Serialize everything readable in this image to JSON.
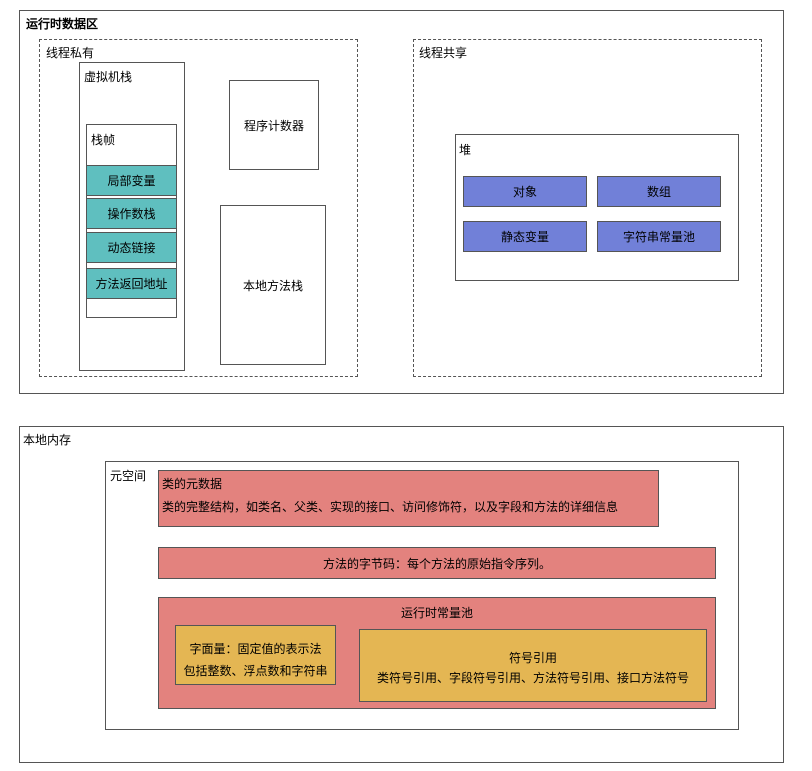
{
  "runtime_area": {
    "title": "运行时数据区",
    "thread_private": {
      "title": "线程私有",
      "vm_stack": {
        "title": "虚拟机栈",
        "frame": {
          "title": "栈帧",
          "items": [
            "局部变量",
            "操作数栈",
            "动态链接",
            "方法返回地址"
          ]
        }
      },
      "program_counter": "程序计数器",
      "native_method_stack": "本地方法栈"
    },
    "thread_shared": {
      "title": "线程共享",
      "heap": {
        "title": "堆",
        "items": [
          "对象",
          "数组",
          "静态变量",
          "字符串常量池"
        ]
      }
    }
  },
  "native_memory": {
    "title": "本地内存",
    "metaspace": {
      "title": "元空间",
      "class_metadata": {
        "title": "类的元数据",
        "description": "类的完整结构，如类名、父类、实现的接口、访问修饰符，以及字段和方法的详细信息"
      },
      "bytecode": "方法的字节码：每个方法的原始指令序列。",
      "runtime_constant_pool": {
        "title": "运行时常量池",
        "literal": {
          "line1": "字面量：固定值的表示法",
          "line2": "包括整数、浮点数和字符串"
        },
        "symbolic_ref": {
          "title": "符号引用",
          "description": "类符号引用、字段符号引用、方法符号引用、接口方法符号"
        }
      }
    }
  },
  "colors": {
    "teal": "#5fbfbf",
    "blue": "#7180d8",
    "red": "#e3827e",
    "gold": "#e4b653",
    "border": "#555555"
  }
}
